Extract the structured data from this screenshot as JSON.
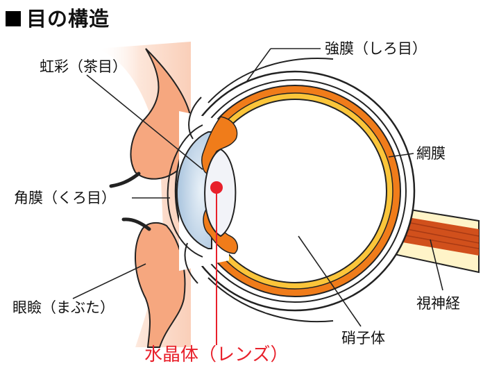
{
  "title": "目の構造",
  "labels": {
    "iris": "虹彩（茶目）",
    "sclera": "強膜（しろ目）",
    "retina": "網膜",
    "cornea": "角膜（くろ目）",
    "eyelid": "眼瞼（まぶた）",
    "optic_nerve": "視神経",
    "vitreous": "硝子体",
    "lens": "水晶体（レンズ）"
  },
  "colors": {
    "eye_orange": "#f07c1a",
    "retina_yellow": "#fbc53a",
    "optic_nerve": "#d1501c",
    "skin": "#f6a77f",
    "cornea_blue": "#c5d8ea",
    "highlight_red": "#e8202b"
  }
}
